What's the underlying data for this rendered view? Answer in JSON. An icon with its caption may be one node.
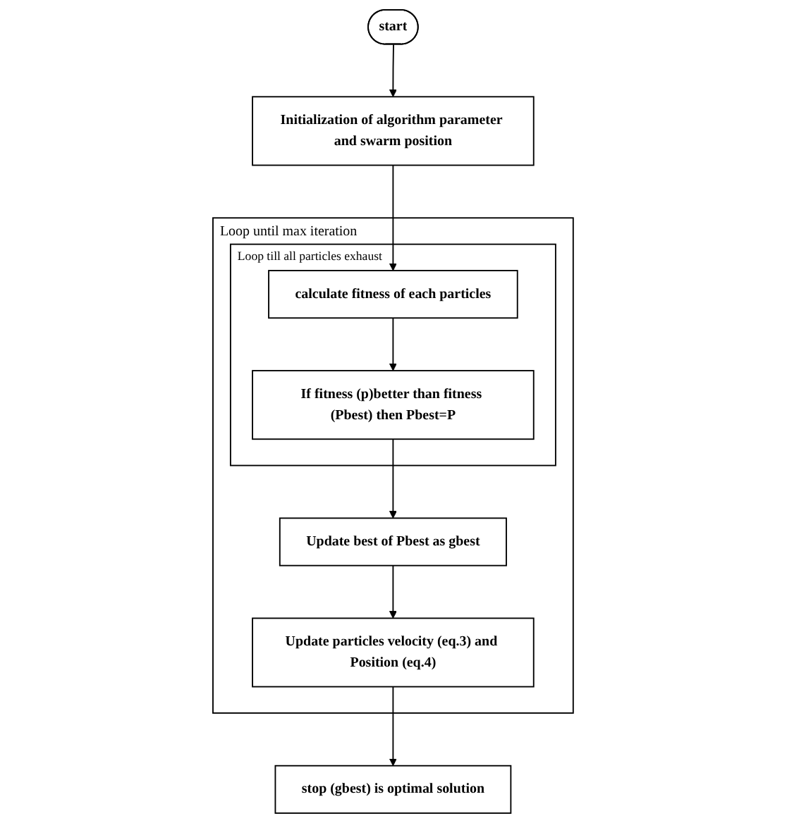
{
  "diagram": {
    "nodes": [
      {
        "text": [
          "start"
        ]
      },
      {
        "text": [
          "Initialization of algorithm parameter and swarm position"
        ]
      },
      {
        "text": [
          "Loop until max iteration"
        ]
      },
      {
        "text": [
          "Loop till all particles exhaust"
        ],
        "in": 2
      },
      {
        "text": [
          "calculate fitness of each particles"
        ],
        "in": 3
      },
      {
        "text": [
          "If fitness (p)better than fitness (Pbest) then Pbest=P"
        ],
        "in": 3
      },
      {
        "text": [
          "Update best of Pbest as gbest"
        ],
        "in": 2
      },
      {
        "text": [
          "Update particles velocity (eq.3) and Position (eq.4)"
        ],
        "in": 2
      },
      {
        "text": [
          "stop (gbest) is optimal solution"
        ]
      }
    ],
    "edges": [
      {
        "from": 0,
        "to": 1,
        "arrow": "to"
      },
      {
        "from": 1,
        "to": 4,
        "arrow": "to"
      },
      {
        "from": 4,
        "to": 5,
        "arrow": "to"
      },
      {
        "from": 5,
        "to": 6,
        "arrow": "to"
      },
      {
        "from": 6,
        "to": 7,
        "arrow": "to"
      },
      {
        "from": 7,
        "to": 8,
        "arrow": "to"
      }
    ]
  }
}
